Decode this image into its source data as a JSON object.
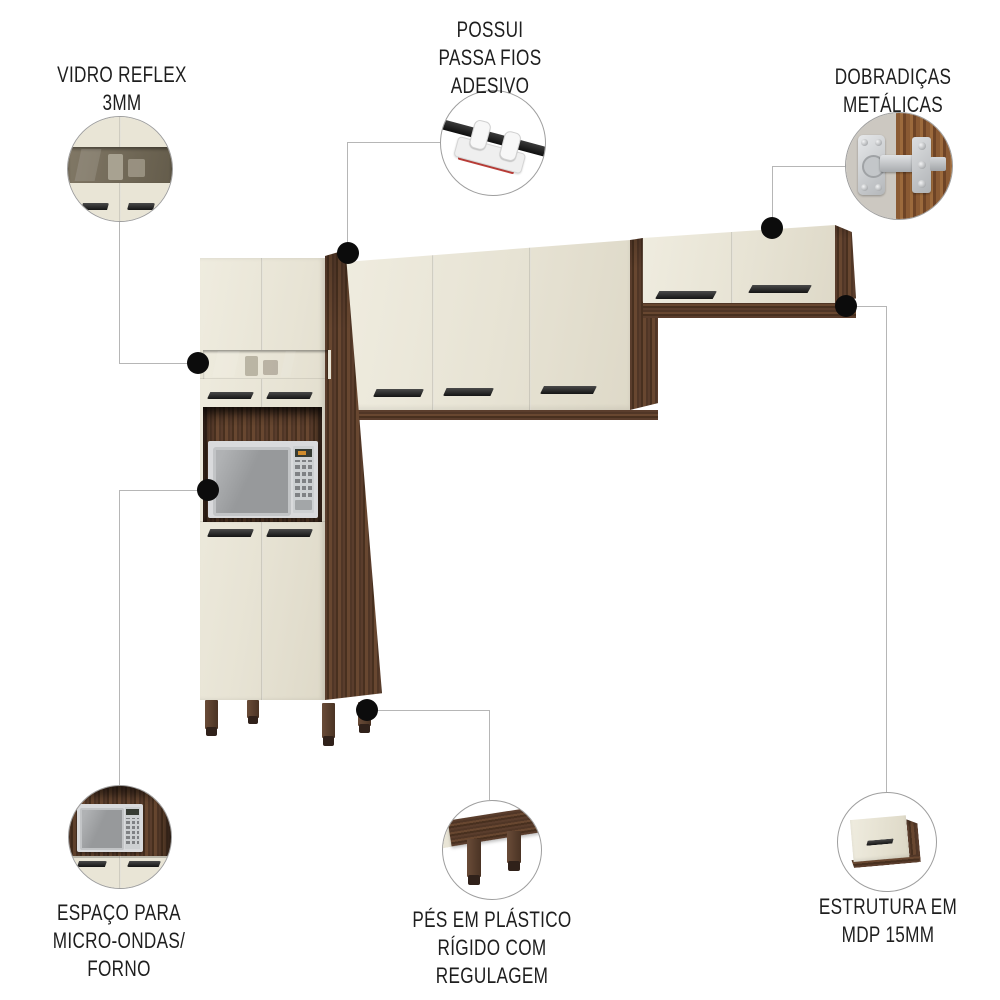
{
  "palette": {
    "background": "#ffffff",
    "cream": "#e9e5d6",
    "cream_shadow": "#ddd8c6",
    "wood": "#53382a",
    "wood_dark": "#3c281b",
    "wood_light": "#6a4a33",
    "hinge_wood": "#8a5a33",
    "glass": "#6f6757",
    "handle": "#141414",
    "leader_line": "#b6b6b6",
    "dot": "#0c0c0c",
    "text": "#1e1e1e",
    "circle_border": "#9e9e9e",
    "metal": "#c9ccd0",
    "adhesive_red": "#c4403a",
    "microwave_body": "#d9dadc",
    "microwave_window": "#97999b"
  },
  "callouts": [
    {
      "id": "vidro-reflex",
      "icon": "reflex-glass-detail",
      "label": "VIDRO REFLEX\n3MM"
    },
    {
      "id": "passa-fios",
      "icon": "cable-clip-detail",
      "label": "POSSUI\nPASSA FIOS\nADESIVO"
    },
    {
      "id": "dobradicas",
      "icon": "metal-hinge-detail",
      "label": "DOBRADIÇAS\nMETÁLICAS"
    },
    {
      "id": "espaco-microondas",
      "icon": "microwave-space-detail",
      "label": "ESPAÇO PARA\nMICRO-ONDAS/\nFORNO"
    },
    {
      "id": "pes-plastico",
      "icon": "plastic-feet-detail",
      "label": "PÉS EM PLÁSTICO\nRÍGIDO COM\nREGULAGEM"
    },
    {
      "id": "estrutura-mdp",
      "icon": "mdp-structure-detail",
      "label": "ESTRUTURA EM\nMDP 15MM"
    }
  ]
}
